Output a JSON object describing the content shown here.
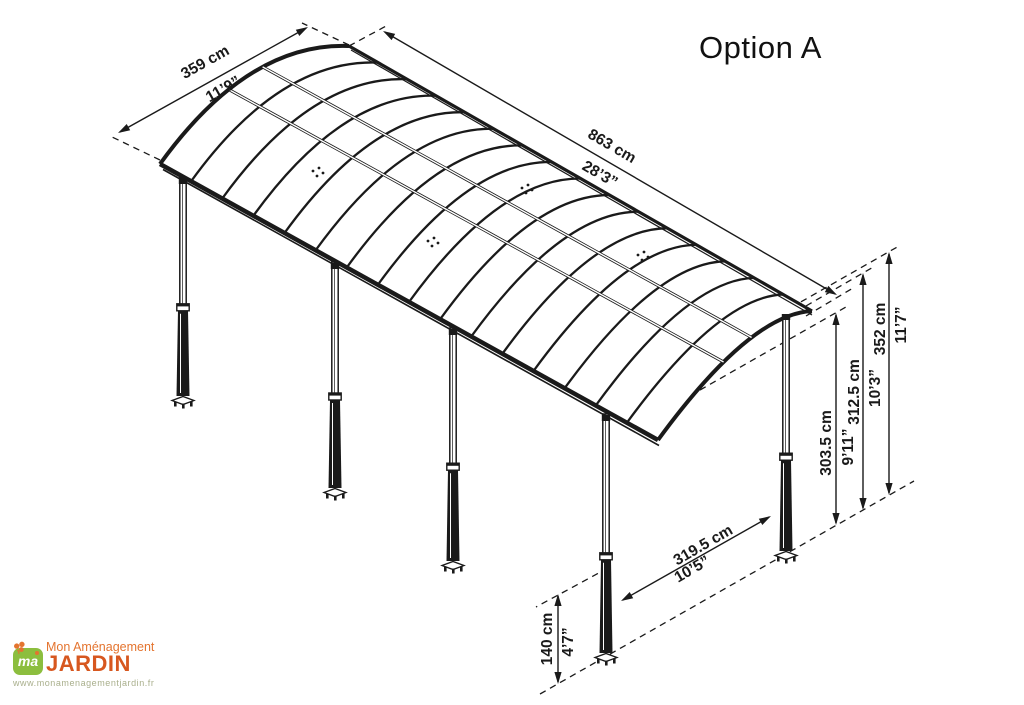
{
  "title": "Option A",
  "dimensions": {
    "roof_width": {
      "metric": "359 cm",
      "imperial": "11’9”"
    },
    "roof_length": {
      "metric": "863 cm",
      "imperial": "28’3”"
    },
    "clearance_height": {
      "metric": "303.5 cm",
      "imperial": "9’11”"
    },
    "eave_height": {
      "metric": "312.5 cm",
      "imperial": "10’3”"
    },
    "total_height": {
      "metric": "352 cm",
      "imperial": "11’7”"
    },
    "post_spacing_width": {
      "metric": "319.5 cm",
      "imperial": "10’5”"
    },
    "anchor_sleeve_height": {
      "metric": "140 cm",
      "imperial": "4’7”"
    }
  },
  "logo": {
    "monogram": "ma",
    "brand_top": "Mon Aménagement",
    "brand_name": "JARDIN",
    "website": "www.monamenagementjardin.fr"
  },
  "colors": {
    "line": "#1a1a1a",
    "logo_green": "#8CBE3E",
    "logo_orange_dark": "#D7571F",
    "logo_orange_light": "#E4742F",
    "logo_url_gray": "#A9AF8C"
  }
}
